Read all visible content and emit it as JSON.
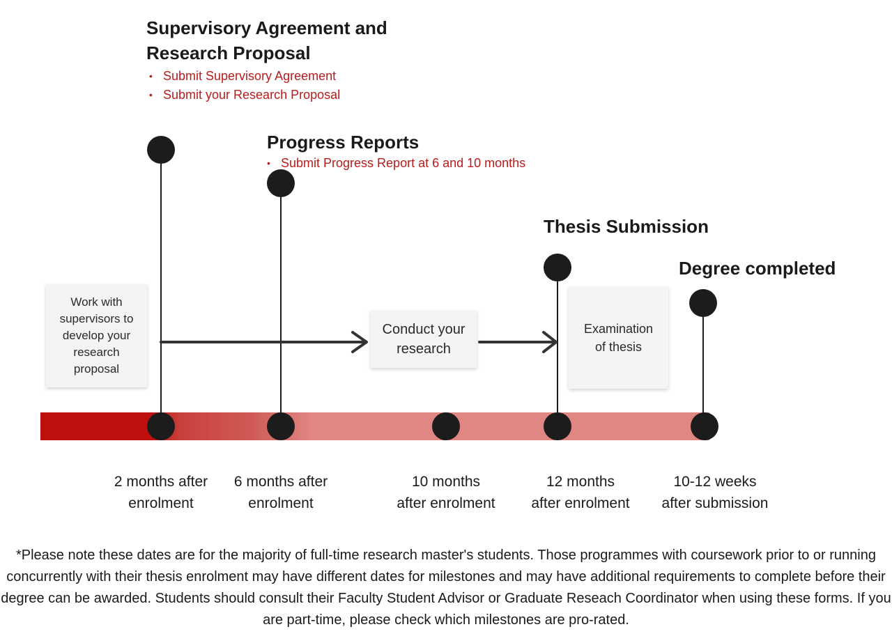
{
  "milestones": [
    {
      "title_line1": "Supervisory Agreement and",
      "title_line2": "Research Proposal",
      "bullets": [
        "Submit Supervisory Agreement",
        "Submit your Research Proposal"
      ]
    },
    {
      "title": "Progress Reports",
      "bullets": [
        "Submit Progress Report at 6 and 10 months"
      ]
    },
    {
      "title": "Thesis Submission"
    },
    {
      "title": "Degree completed"
    }
  ],
  "notes": {
    "develop_proposal": "Work with\nsupervisors to\ndevelop your\nresearch\nproposal",
    "conduct_research": "Conduct your\nresearch",
    "examination": "Examination\nof thesis"
  },
  "time_labels": [
    "2 months after\nenrolment",
    "6 months after\nenrolment",
    "10 months\nafter enrolment",
    "12 months\nafter  enrolment",
    "10-12 weeks\nafter submission"
  ],
  "footnote": "*Please note these dates are for the majority of full-time research master's students. Those programmes with coursework prior to or running concurrently with their thesis enrolment may have different dates for milestones and may have additional requirements to complete before their degree can be awarded. Students should consult their Faculty Student Advisor or Graduate Reseach Coordinator when using these forms. If you are part-time, please check which milestones are pro-rated.",
  "colors": {
    "bar_start": "#bf1010",
    "bar_mid": "#cf5a55",
    "bar_end": "#e08683",
    "bullet_text": "#b81c1c",
    "node": "#1c1c1c"
  }
}
